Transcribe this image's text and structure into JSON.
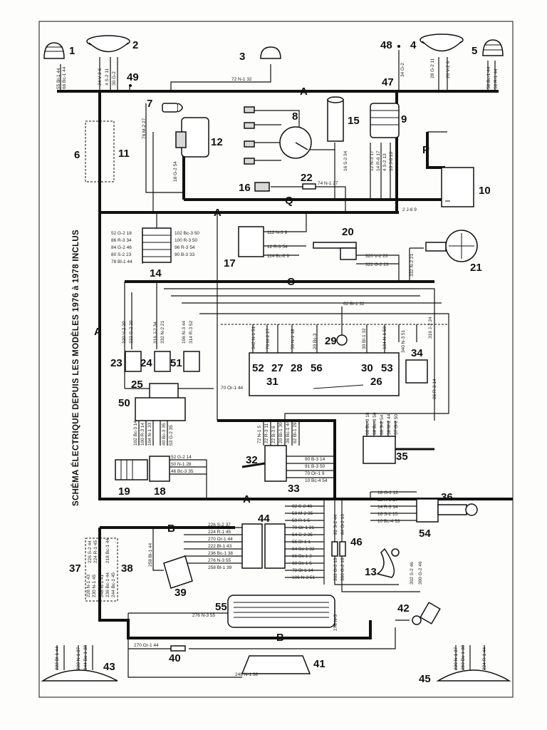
{
  "title": "SCHÉMA ÉLECTRIQUE DEPUIS LES MODÈLES 1976 à 1978 INCLUS",
  "bus_letters": [
    "A",
    "A",
    "A",
    "A",
    "C",
    "Q",
    "P",
    "B",
    "B"
  ],
  "component_numbers": [
    "1",
    "2",
    "3",
    "4",
    "5",
    "6",
    "7",
    "8",
    "9",
    "10",
    "11",
    "12",
    "13",
    "14",
    "15",
    "16",
    "17",
    "18",
    "19",
    "20",
    "21",
    "22",
    "23",
    "24",
    "25",
    "26",
    "27",
    "28",
    "29",
    "30",
    "31",
    "32",
    "33",
    "34",
    "35",
    "36",
    "37",
    "38",
    "39",
    "40",
    "41",
    "42",
    "43",
    "44",
    "45",
    "46",
    "47",
    "48",
    "49",
    "50",
    "51",
    "52",
    "53",
    "54",
    "55",
    "56"
  ],
  "wire_labels": [
    "55 Bl-1 44",
    "66 Bc-1 44",
    "24 V-2 6",
    "4 S-2 11",
    "30 G-2",
    "72 N-1 32",
    "34 G-2",
    "28 G-2 11",
    "26 V-2 6",
    "58 Bc-1 44",
    "59 R-1 44",
    "76 M-2 27",
    "18 G-2 54",
    "16 S-2 34",
    "12 N-3 17",
    "14 R-6 17",
    "4 S-2 13",
    "10 J-6 10",
    "74 N-1 27",
    "2 J-6 9",
    "52 G-2 18",
    "86 R-3 34",
    "84 G-2 46",
    "80 S-2 23",
    "78 Bl-1 44",
    "102 Bc-3 50",
    "100 R-3 50",
    "96 R-3 54",
    "90 B-3 33",
    "112 N-3 9",
    "12 R-3 54",
    "114 Bc-6 9",
    "320 V-2 23",
    "322 G-2 23",
    "332 N-2 21",
    "62 Bl-1 32",
    "320 V-2 20",
    "322 G-2 20",
    "316 J-2 34",
    "332 N-2 21",
    "106 N-3 44",
    "314 R-3 52",
    "342 N-1 51",
    "76 M-2 27",
    "50 N-1 18",
    "20 Bc-3",
    "30 Bl-1 32",
    "104 N-1 50",
    "340 N-3 51",
    "316 J-2 24",
    "86 R-3 14",
    "70 Or-1 44",
    "102 Bc-3 14",
    "100 R-3 14",
    "104 N-1 33",
    "40 Bc-3 35",
    "53 G-2 35",
    "52 G-2 14",
    "50 N-1 28",
    "46 Bc-3 35",
    "72 N-1 5",
    "22 R-3 11",
    "22 B-3 6",
    "20 Bl-1 30",
    "36 Bc-1 44",
    "62 Bl-1 29",
    "90 B-3 14",
    "91 B-3 50",
    "70 Or-1 9",
    "10 Bc-4 54",
    "66 Bc-3 18",
    "68 Bc-3 50",
    "60 S-2 54",
    "58 M-2 44",
    "57 G-2 50",
    "18 G-2 12",
    "12 R-3 17",
    "14 R-3 14",
    "16 S-2 15",
    "10 Bc-4 33",
    "226 S-2 37",
    "224 R-1 45",
    "270 Or-1 44",
    "222 Bl-1 43",
    "236 Bc-1 38",
    "276 N-3 55",
    "258 Bl-1 39",
    "82 S-2 46",
    "58 M-2 35",
    "59 R-1 5",
    "70 Or-1 31",
    "54 G-2 35",
    "55 Bl-1 1",
    "64 Bc-1 32",
    "66 Bc-1 2",
    "68 Bc-1 5",
    "78 Bl-1 14",
    "106 N-3 51",
    "82 S-2 44",
    "84 G-2 16",
    "302 G-2 13",
    "300 G-2 13",
    "302 S-2 46",
    "300 G-2 46",
    "258 Bl-1 44",
    "226 S-2 44",
    "224 R-1 45",
    "228 N-1 43",
    "230 N-1 45",
    "218 Bc-1 44",
    "248 N-1 41",
    "236 Bc-1 44",
    "244 Bc-1 45",
    "276 N-3 55",
    "278 N-3",
    "270 Or-1 44",
    "248 N-1 38",
    "222 Bl-1 44",
    "228 N-1 37",
    "244 Bc-1 38",
    "230 N-1 37",
    "250 Bc-1 38",
    "224 R-1 44"
  ]
}
